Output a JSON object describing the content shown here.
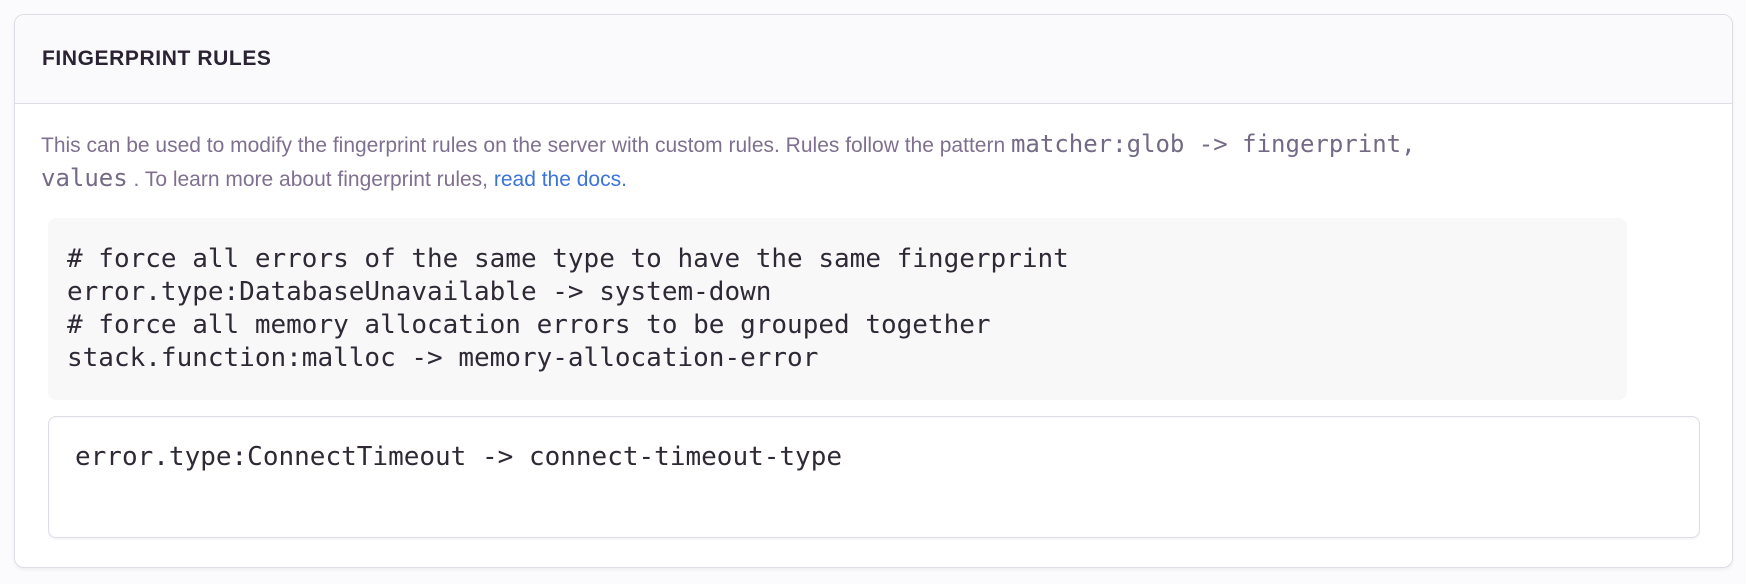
{
  "panel": {
    "header": {
      "title": "FINGERPRINT RULES"
    },
    "description": {
      "line1_text": "This can be used to modify the fingerprint rules on the server with custom rules. Rules follow the pattern ",
      "line1_code": "matcher:glob -> fingerprint,",
      "line2_code": "values",
      "line2_text": " . To learn more about fingerprint rules, ",
      "link_label": "read the docs."
    },
    "example_block": {
      "lines": [
        "# force all errors of the same type to have the same fingerprint",
        "error.type:DatabaseUnavailable -> system-down",
        "# force all memory allocation errors to be grouped together",
        "stack.function:malloc -> memory-allocation-error"
      ]
    },
    "rules_input": {
      "value": "error.type:ConnectTimeout -> connect-timeout-type"
    }
  },
  "colors": {
    "page_background": "#FBFAFC",
    "panel_background": "#FFFFFF",
    "panel_header_background": "#FAF9FB",
    "border": "#E0DCE5",
    "title_text": "#2B2233",
    "description_text": "#80708F",
    "code_text": "#2F2936",
    "link": "#3C74DB",
    "example_background": "#F8F8F9"
  }
}
